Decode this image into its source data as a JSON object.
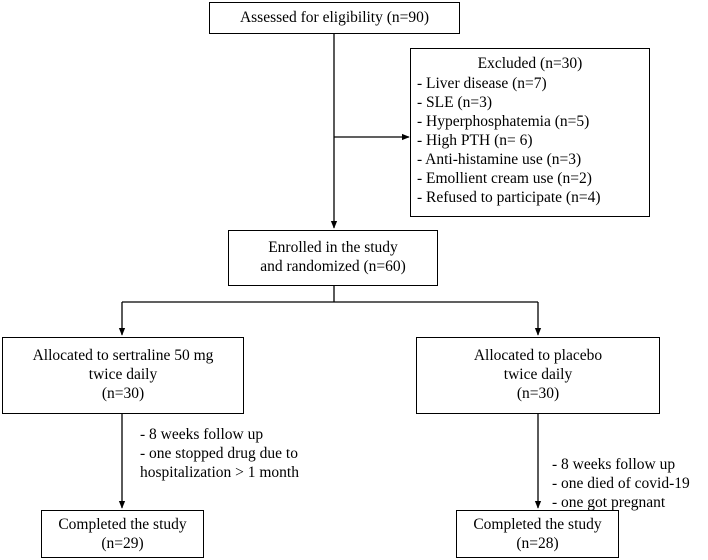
{
  "assessed": {
    "text": "Assessed for eligibility (n=90)"
  },
  "excluded": {
    "title": "Excluded (n=30)",
    "items": [
      "- Liver disease (n=7)",
      "- SLE (n=3)",
      "- Hyperphosphatemia (n=5)",
      "- High PTH (n= 6)",
      "- Anti-histamine use (n=3)",
      "- Emollient cream use (n=2)",
      "- Refused to participate (n=4)"
    ]
  },
  "enrolled": {
    "lines": [
      "Enrolled in the study",
      "and randomized (n=60)"
    ]
  },
  "sertraline": {
    "lines": [
      "Allocated to sertraline 50 mg",
      "twice daily",
      "(n=30)"
    ]
  },
  "placebo": {
    "lines": [
      "Allocated to placebo",
      "twice daily",
      "(n=30)"
    ]
  },
  "sertraline_notes": [
    "- 8 weeks follow up",
    "- one stopped drug due to",
    "hospitalization > 1 month"
  ],
  "placebo_notes": [
    "- 8 weeks follow up",
    "- one died of covid-19",
    "- one got pregnant"
  ],
  "completed_left": {
    "lines": [
      "Completed the study",
      "(n=29)"
    ]
  },
  "completed_right": {
    "lines": [
      "Completed the study",
      "(n=28)"
    ]
  }
}
